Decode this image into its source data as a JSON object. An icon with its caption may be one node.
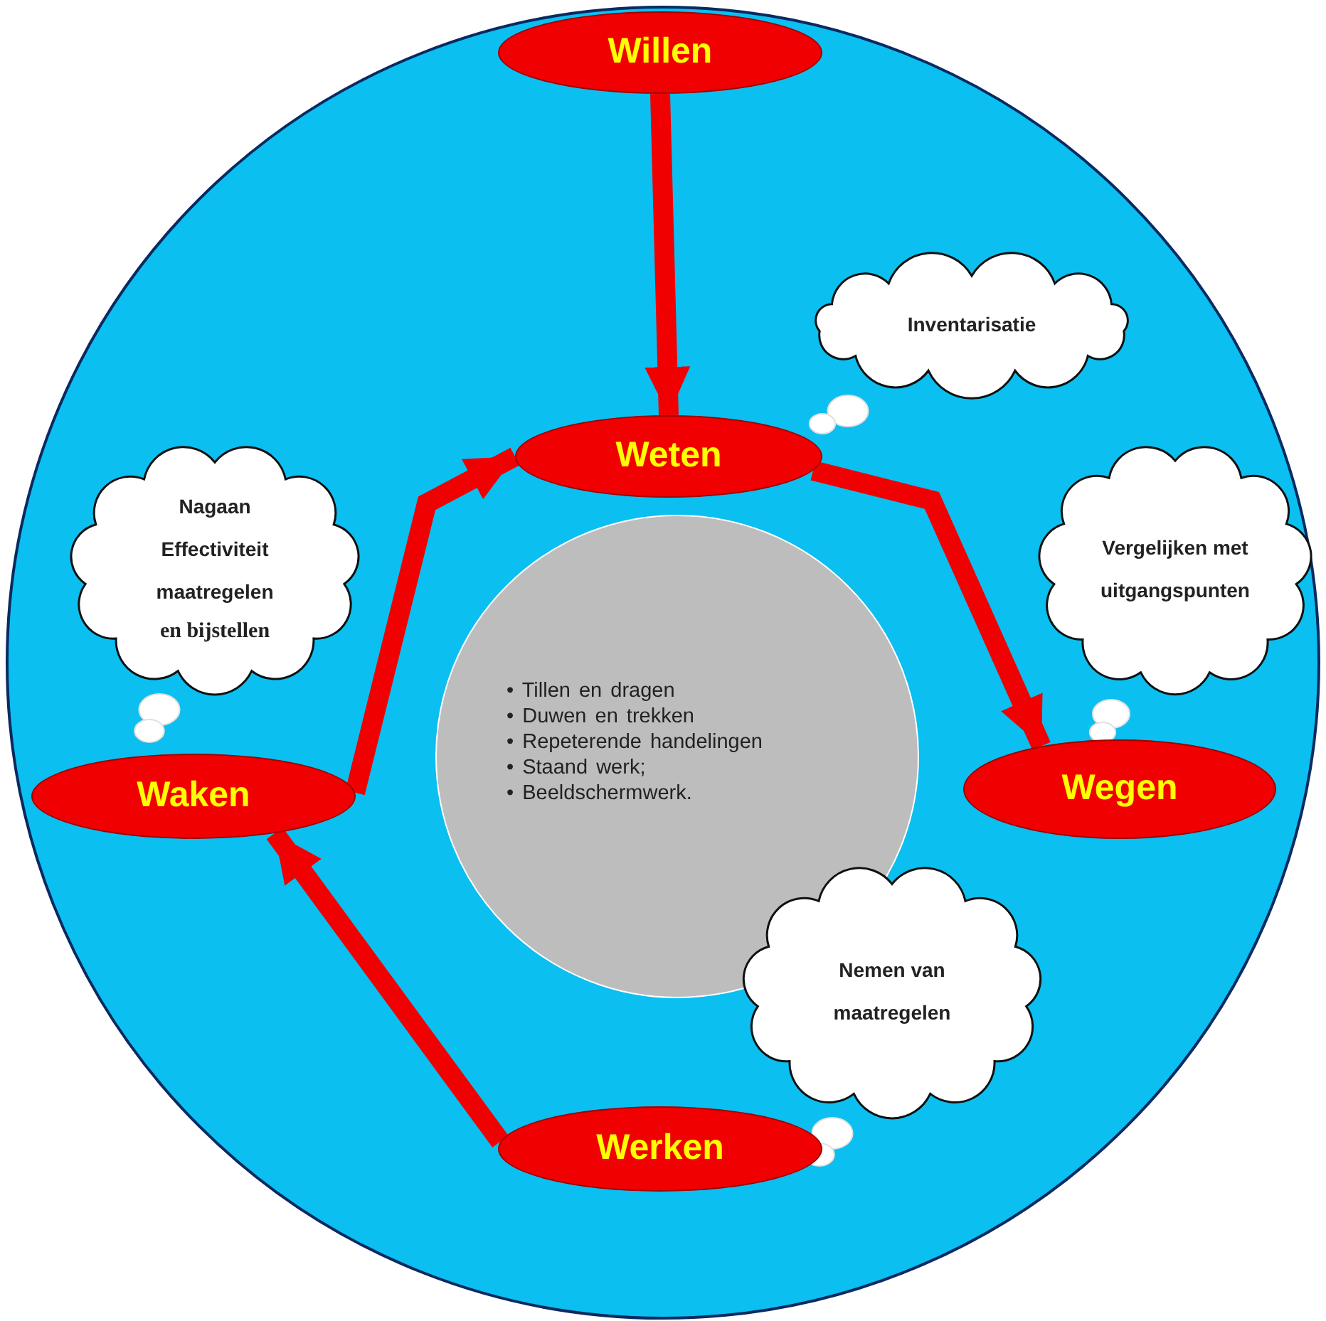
{
  "diagram": {
    "nodes": [
      {
        "text": [
          "Willen"
        ]
      },
      {
        "text": [
          "Weten"
        ]
      },
      {
        "text": [
          "Wegen"
        ]
      },
      {
        "text": [
          "Werken"
        ]
      },
      {
        "text": [
          "Waken"
        ]
      },
      {
        "text": [
          "• Tillen en dragen",
          "• Duwen en trekken",
          "• Repeterende handelingen",
          "• Staand werk;",
          "• Beeldschermwerk."
        ]
      },
      {
        "text": [
          "Inventarisatie"
        ]
      },
      {
        "text": [
          "Vergelijken met uitgangspunten"
        ]
      },
      {
        "text": [
          "Nemen van maatregelen"
        ]
      },
      {
        "text": [
          "Nagaan Effectiviteit maatregelen",
          "en bijstellen"
        ]
      }
    ],
    "edges": [
      {
        "from": 0,
        "to": 1,
        "arrow": "to"
      },
      {
        "from": 1,
        "to": 2,
        "arrow": "to"
      },
      {
        "from": 3,
        "to": 4,
        "arrow": "to"
      },
      {
        "from": 4,
        "to": 1,
        "arrow": "to"
      }
    ]
  }
}
